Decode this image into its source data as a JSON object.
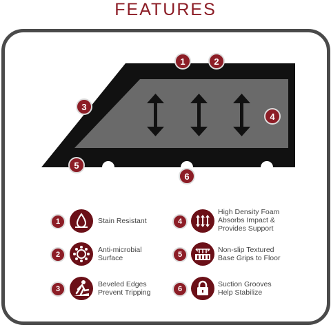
{
  "header": {
    "title": "FEATURES"
  },
  "callouts": [
    "1",
    "2",
    "3",
    "4",
    "5",
    "6"
  ],
  "features": [
    {
      "number": "1",
      "icon": "water-drop-icon",
      "label": "Stain Resistant"
    },
    {
      "number": "2",
      "icon": "microbe-icon",
      "label": "Anti-microbial\nSurface"
    },
    {
      "number": "3",
      "icon": "person-tripping-icon",
      "label": "Beveled Edges\nPrevent Tripping"
    },
    {
      "number": "4",
      "icon": "compression-arrows-icon",
      "label": "High Density Foam\nAbsorbs Impact &\nProvides Support"
    },
    {
      "number": "5",
      "icon": "textured-base-icon",
      "label": "Non-slip Textured\nBase Grips to Floor"
    },
    {
      "number": "6",
      "icon": "padlock-icon",
      "label": "Suction Grooves\nHelp Stabilize"
    }
  ],
  "colors": {
    "accent": "#8c1d26",
    "frame": "#4a4a4a",
    "mat_outer": "#111111",
    "mat_inner": "#6a6a6a"
  }
}
